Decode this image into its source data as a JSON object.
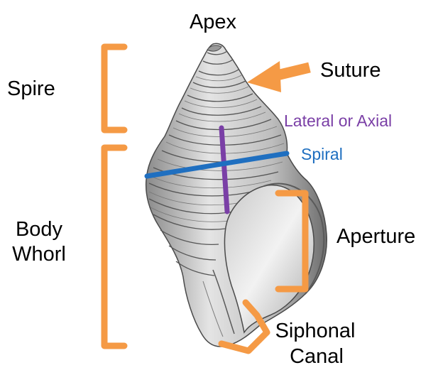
{
  "labels": {
    "apex": "Apex",
    "suture": "Suture",
    "spire": "Spire",
    "lateral": "Lateral or Axial",
    "spiral": "Spiral",
    "body_line1": "Body",
    "body_line2": "Whorl",
    "aperture": "Aperture",
    "siphonal_line1": "Siphonal",
    "siphonal_line2": "Canal"
  },
  "colors": {
    "orange": "#f59a45",
    "purple": "#7a3fa6",
    "blue": "#1f6fc0",
    "text": "#000000",
    "shell_light": "#e9e9e9",
    "shell_mid": "#b8b8b8",
    "shell_dark": "#5a5a5a"
  }
}
